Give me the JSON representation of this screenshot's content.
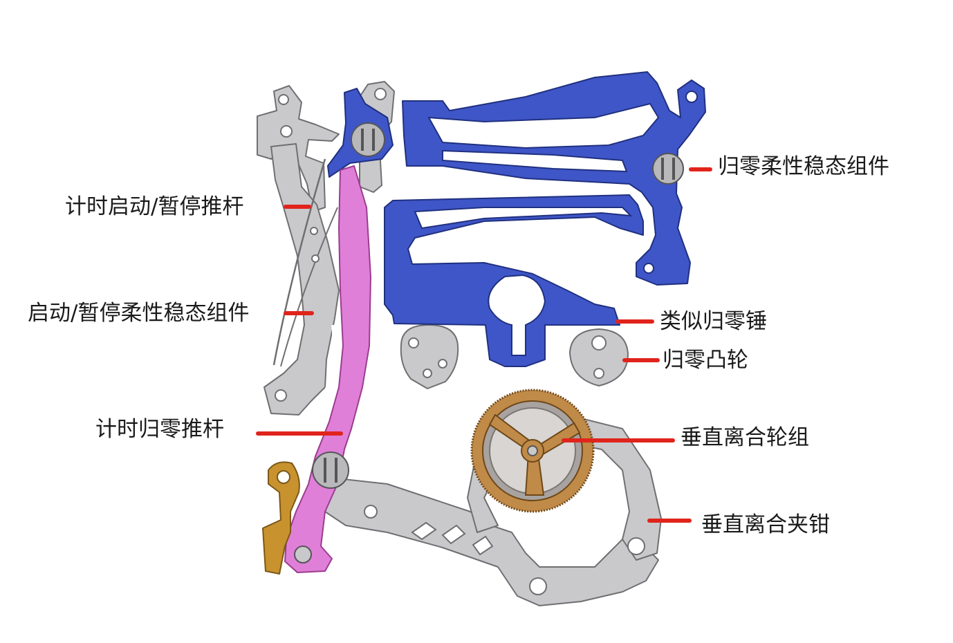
{
  "labels": {
    "chrono_start_stop_lever": "计时启动/暂停推杆",
    "start_stop_flexible_bistable": "启动/暂停柔性稳态组件",
    "chrono_reset_lever": "计时归零推杆",
    "reset_flexible_bistable": "归零柔性稳态组件",
    "hammer_like": "类似归零锤",
    "reset_cam": "归零凸轮",
    "vertical_clutch_wheel": "垂直离合轮组",
    "vertical_clutch_clamp": "垂直离合夹钳"
  },
  "colors": {
    "gray_part": "#c9c9cb",
    "gray_edge": "#6f6f72",
    "blue_part": "#3f56c8",
    "blue_edge": "#20307f",
    "pink_part": "#e07fd8",
    "pink_edge": "#9a3c8f",
    "gold_part": "#c8922f",
    "bronze_wheel": "#c08a48",
    "leader_red": "#e0241b"
  }
}
